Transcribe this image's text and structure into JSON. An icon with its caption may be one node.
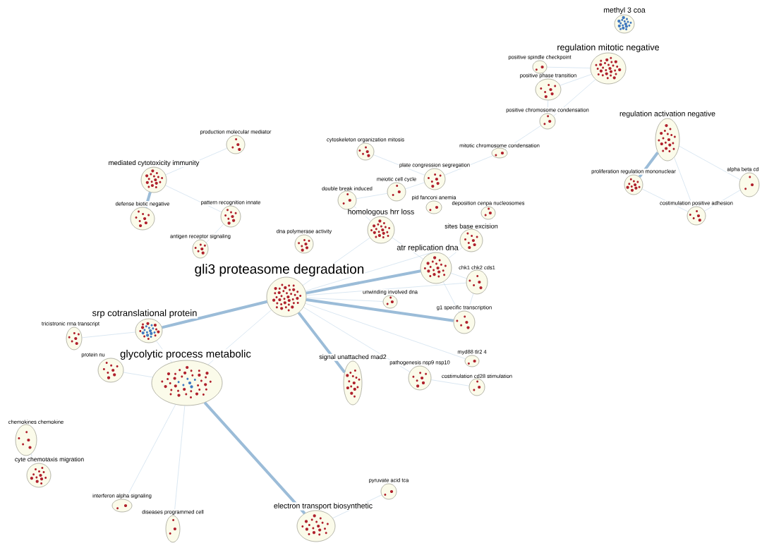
{
  "diagram": {
    "nodes": [
      {
        "text": [
          "methyl 3 coa"
        ]
      },
      {
        "text": [
          "regulation mitotic negative"
        ]
      },
      {
        "text": [
          "positive spindle checkpoint"
        ]
      },
      {
        "text": [
          "positive phase transition"
        ]
      },
      {
        "text": [
          "positive chromosome condensation"
        ]
      },
      {
        "text": [
          "mitotic chromosome condensation"
        ]
      },
      {
        "text": [
          "regulation activation negative"
        ]
      },
      {
        "text": [
          "proliferation regulation mononuclear"
        ]
      },
      {
        "text": [
          "alpha beta cd"
        ]
      },
      {
        "text": [
          "costimulation positive adhesion"
        ]
      },
      {
        "text": [
          "cytoskeleton organization mitosis"
        ]
      },
      {
        "text": [
          "plate congression segregation"
        ]
      },
      {
        "text": [
          "meiotic cell cycle"
        ]
      },
      {
        "text": [
          "double break induced"
        ]
      },
      {
        "text": [
          "pid fanconi anemia"
        ]
      },
      {
        "text": [
          "deposition cenpa nucleosomes"
        ]
      },
      {
        "text": [
          "homologous hrr loss"
        ]
      },
      {
        "text": [
          "sites base excision"
        ]
      },
      {
        "text": [
          "atr replication dna"
        ]
      },
      {
        "text": [
          "chk1 chk2 cds1"
        ]
      },
      {
        "text": [
          "unwinding involved dna"
        ]
      },
      {
        "text": [
          "dna polymerase activity"
        ]
      },
      {
        "text": [
          "gli3 proteasome degradation"
        ]
      },
      {
        "text": [
          "g1 specific transcription"
        ]
      },
      {
        "text": [
          "srp cotranslational protein"
        ]
      },
      {
        "text": [
          "tricistronic rrna transcript"
        ]
      },
      {
        "text": [
          "glycolytic process metabolic"
        ]
      },
      {
        "text": [
          "protein nu"
        ]
      },
      {
        "text": [
          "signal unattached mad2"
        ]
      },
      {
        "text": [
          "pathogenesis nsp9 nsp10"
        ]
      },
      {
        "text": [
          "myd88 tlr2 4"
        ]
      },
      {
        "text": [
          "costimulation cd28 stimulation"
        ]
      },
      {
        "text": [
          "chemokines chemokine"
        ]
      },
      {
        "text": [
          "cyte chemotaxis migration"
        ]
      },
      {
        "text": [
          "interferon alpha signaling"
        ]
      },
      {
        "text": [
          "diseases programmed cell"
        ]
      },
      {
        "text": [
          "electron transport biosynthetic"
        ]
      },
      {
        "text": [
          "pyruvate acid tca"
        ]
      },
      {
        "text": [
          "production molecular mediator"
        ]
      },
      {
        "text": [
          "mediated cytotoxicity immunity"
        ]
      },
      {
        "text": [
          "defense biotic negative"
        ]
      },
      {
        "text": [
          "pattern recognition innate"
        ]
      },
      {
        "text": [
          "antigen receptor signaling"
        ]
      }
    ],
    "edges": [
      {
        "from": 1,
        "to": 2,
        "arrow": "none"
      },
      {
        "from": 1,
        "to": 3,
        "arrow": "none"
      },
      {
        "from": 1,
        "to": 4,
        "arrow": "none"
      },
      {
        "from": 3,
        "to": 4,
        "arrow": "none"
      },
      {
        "from": 4,
        "to": 5,
        "arrow": "none"
      },
      {
        "from": 5,
        "to": 11,
        "arrow": "none"
      },
      {
        "from": 11,
        "to": 10,
        "arrow": "none"
      },
      {
        "from": 11,
        "to": 12,
        "arrow": "none"
      },
      {
        "from": 12,
        "to": 13,
        "arrow": "none"
      },
      {
        "from": 13,
        "to": 16,
        "arrow": "none"
      },
      {
        "from": 6,
        "to": 7,
        "arrow": "none",
        "style": "thick"
      },
      {
        "from": 6,
        "to": 8,
        "arrow": "none"
      },
      {
        "from": 6,
        "to": 9,
        "arrow": "none"
      },
      {
        "from": 7,
        "to": 9,
        "arrow": "none"
      },
      {
        "from": 8,
        "to": 9,
        "arrow": "none"
      },
      {
        "from": 16,
        "to": 18,
        "arrow": "none"
      },
      {
        "from": 17,
        "to": 18,
        "arrow": "none"
      },
      {
        "from": 18,
        "to": 19,
        "arrow": "none"
      },
      {
        "from": 18,
        "to": 23,
        "arrow": "none"
      },
      {
        "from": 19,
        "to": 23,
        "arrow": "none"
      },
      {
        "from": 22,
        "to": 16,
        "arrow": "none"
      },
      {
        "from": 22,
        "to": 18,
        "arrow": "none",
        "style": "thick"
      },
      {
        "from": 22,
        "to": 17,
        "arrow": "none"
      },
      {
        "from": 22,
        "to": 19,
        "arrow": "none"
      },
      {
        "from": 22,
        "to": 20,
        "arrow": "none"
      },
      {
        "from": 22,
        "to": 23,
        "arrow": "none",
        "style": "thick"
      },
      {
        "from": 22,
        "to": 24,
        "arrow": "none",
        "style": "thick"
      },
      {
        "from": 22,
        "to": 26,
        "arrow": "none"
      },
      {
        "from": 22,
        "to": 28,
        "arrow": "none",
        "style": "thick"
      },
      {
        "from": 22,
        "to": 29,
        "arrow": "none"
      },
      {
        "from": 22,
        "to": 30,
        "arrow": "none"
      },
      {
        "from": 26,
        "to": 24,
        "arrow": "none"
      },
      {
        "from": 26,
        "to": 27,
        "arrow": "none"
      },
      {
        "from": 26,
        "to": 36,
        "arrow": "none",
        "style": "thick"
      },
      {
        "from": 26,
        "to": 34,
        "arrow": "none"
      },
      {
        "from": 26,
        "to": 35,
        "arrow": "none"
      },
      {
        "from": 24,
        "to": 25,
        "arrow": "none"
      },
      {
        "from": 29,
        "to": 31,
        "arrow": "none"
      },
      {
        "from": 36,
        "to": 37,
        "arrow": "none"
      },
      {
        "from": 39,
        "to": 38,
        "arrow": "none"
      },
      {
        "from": 39,
        "to": 40,
        "arrow": "none",
        "style": "thick"
      },
      {
        "from": 39,
        "to": 41,
        "arrow": "none"
      },
      {
        "from": 41,
        "to": 42,
        "arrow": "none"
      },
      {
        "from": 32,
        "to": 33,
        "arrow": "none"
      }
    ]
  }
}
